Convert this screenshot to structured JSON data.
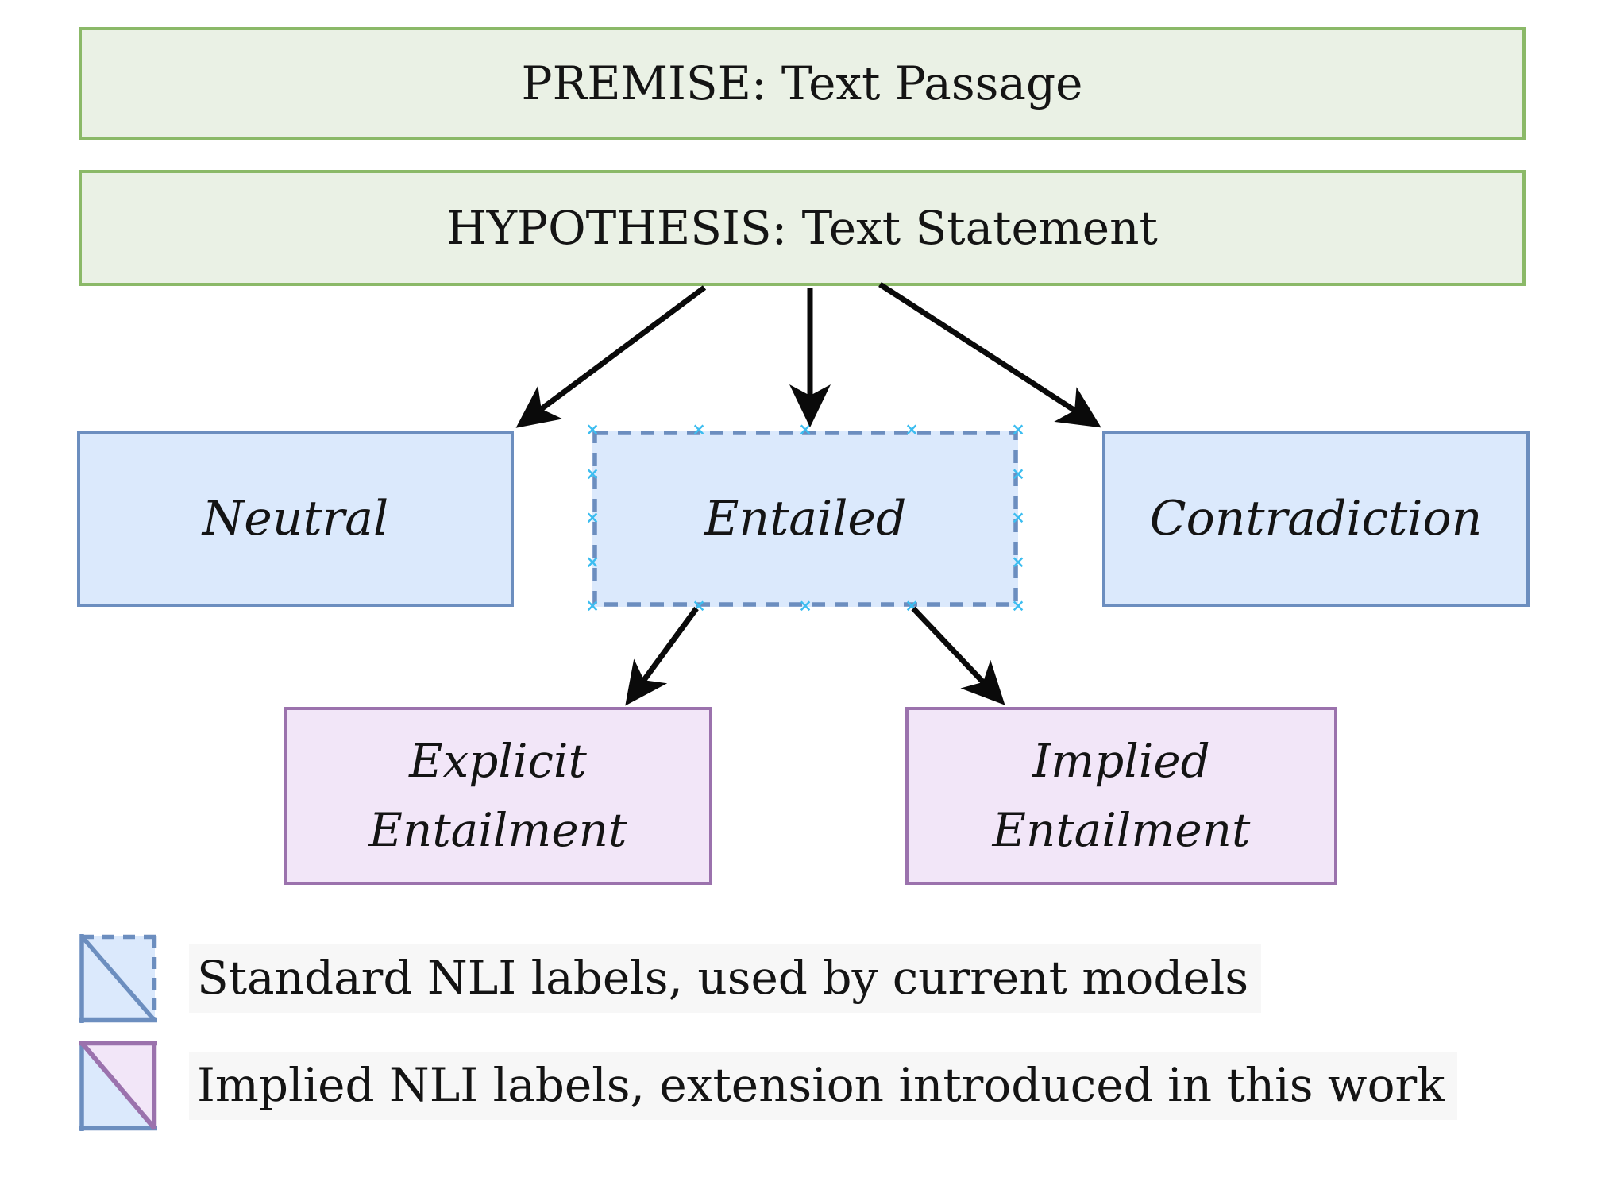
{
  "figure": {
    "premise_label": "PREMISE: Text Passage",
    "hypothesis_label": "HYPOTHESIS: Text Statement",
    "nli_labels": {
      "neutral": "Neutral",
      "entailed": "Entailed",
      "contradiction": "Contradiction"
    },
    "entailment_types": {
      "explicit": "Explicit\nEntailment",
      "implied": "Implied\nEntailment"
    },
    "legend": {
      "standard_text": "Standard NLI labels, used by current models",
      "implied_text": "Implied NLI labels, extension introduced in this work"
    },
    "colors": {
      "premise_fill": "#eaf1e5",
      "premise_stroke": "#8bb968",
      "nli_fill": "#dbe9fc",
      "nli_stroke": "#6c8ebf",
      "entailment_fill": "#f2e6f8",
      "entailment_stroke": "#9b72ad",
      "glue_point": "#3cbdf0",
      "arrow": "#0a0a0a",
      "legend_text_bg": "#f7f7f7"
    }
  }
}
